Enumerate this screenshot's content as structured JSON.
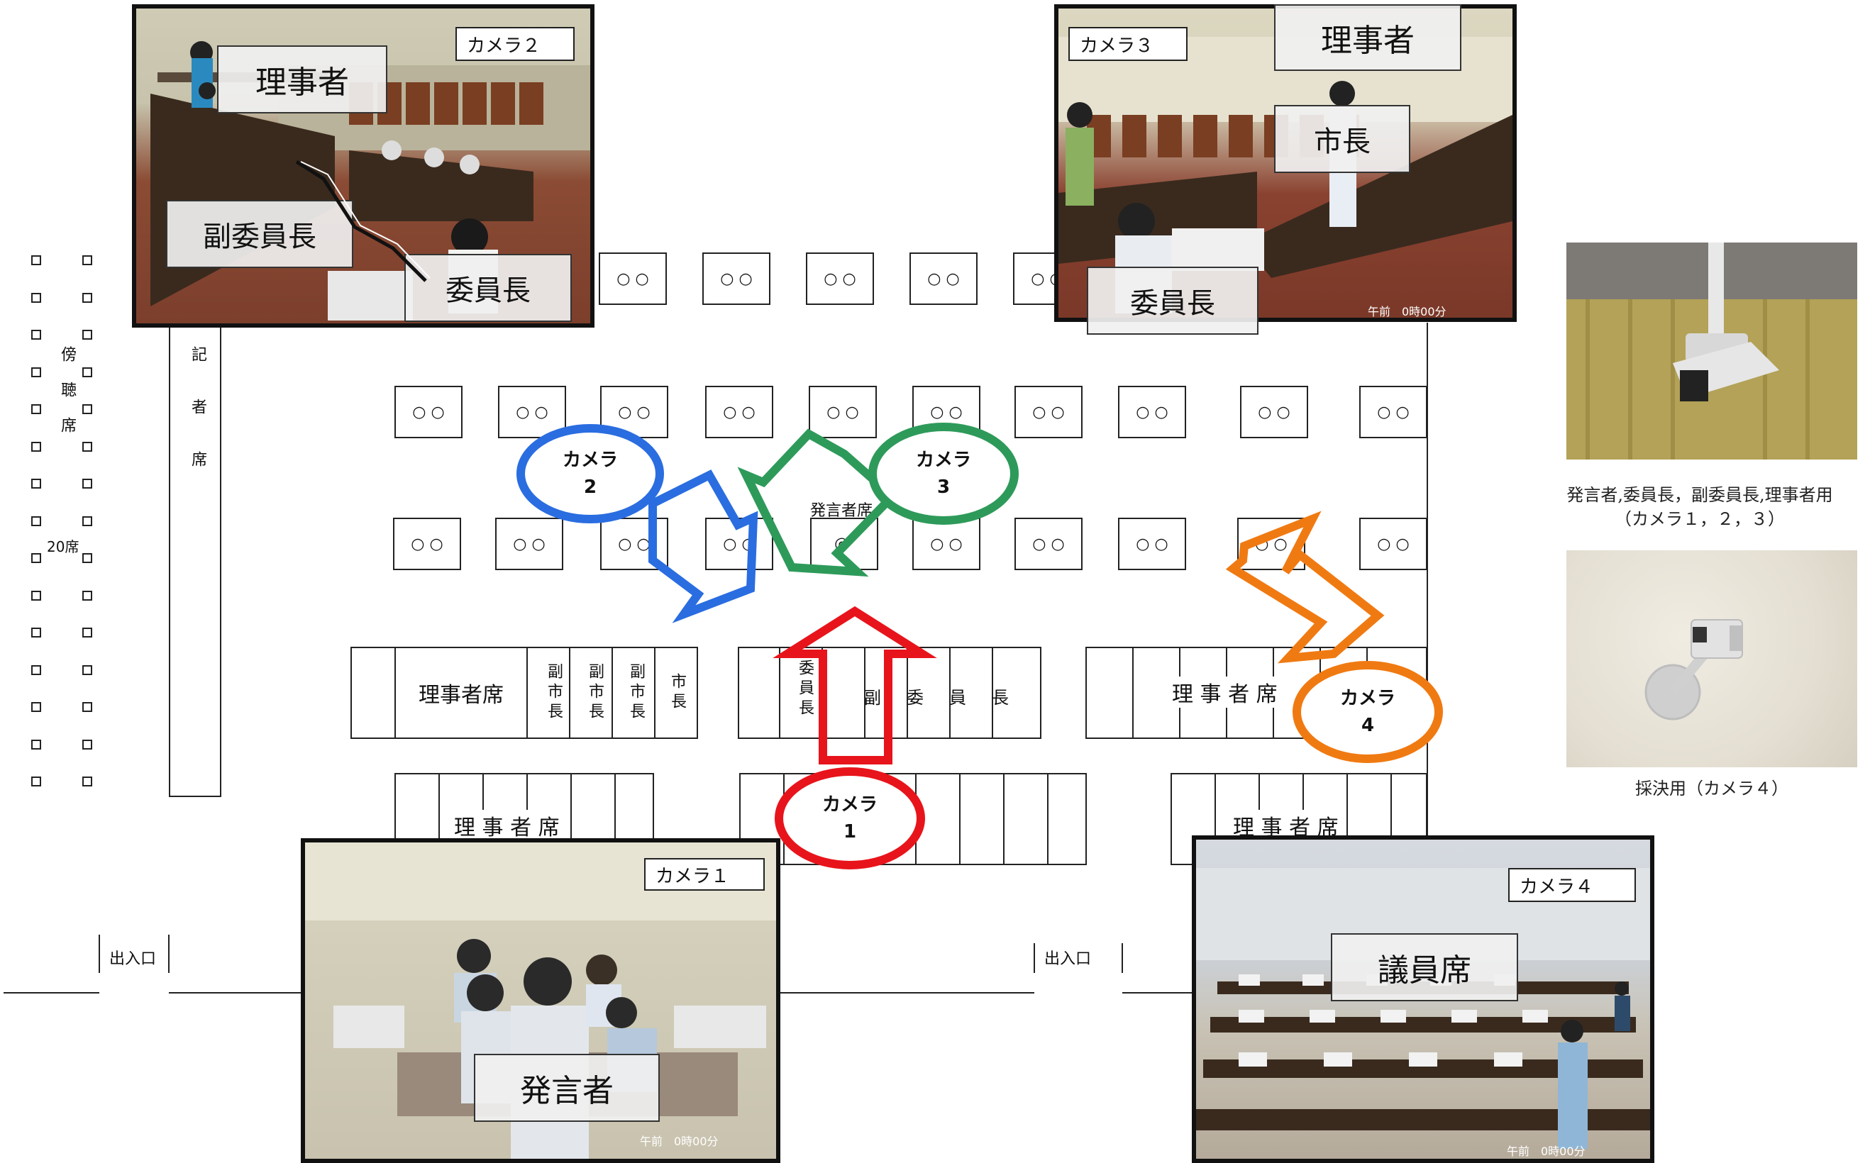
{
  "gallery": {
    "label_vertical": "傍聴席",
    "count": "20席"
  },
  "press": {
    "label": "記者席"
  },
  "entrances": [
    "出入口",
    "出入口"
  ],
  "speaker_seat": {
    "label": "発言者席",
    "symbol": "◎"
  },
  "seat_symbol": "○  ○",
  "blocks": {
    "left_front": "理事者席",
    "vice_mayors": [
      "副市長",
      "副市長",
      "副市長",
      "市長"
    ],
    "committee": [
      "委員長",
      "副",
      "委",
      "員",
      "長"
    ],
    "right_front": "理 事 者 席",
    "rear_left": "理 事 者 席",
    "rear_right": "理 事 者 席"
  },
  "cameras": [
    {
      "label": "カメラ",
      "number": "1",
      "color": "#e8141b"
    },
    {
      "label": "カメラ",
      "number": "2",
      "color": "#2a6de0"
    },
    {
      "label": "カメラ",
      "number": "3",
      "color": "#2e9a5a"
    },
    {
      "label": "カメラ",
      "number": "4",
      "color": "#f07a12"
    }
  ],
  "views": {
    "cam2": {
      "tag": "カメラ２",
      "labels": [
        "理事者",
        "副委員長",
        "委員長"
      ]
    },
    "cam3": {
      "tag": "カメラ３",
      "labels": [
        "理事者",
        "市長",
        "委員長"
      ],
      "overlay": "午前　0時00分"
    },
    "cam1": {
      "tag": "カメラ１",
      "labels": [
        "発言者"
      ],
      "overlay": "午前　0時00分"
    },
    "cam4": {
      "tag": "カメラ４",
      "labels": [
        "議員席"
      ],
      "overlay": "午前　0時00分"
    }
  },
  "device_captions": {
    "top": "発言者,委員長，副委員長,理事者用",
    "top_sub": "（カメラ１，２，３）",
    "bottom": "採決用（カメラ４）"
  },
  "colors": {
    "blue": "#2a6de0",
    "green": "#2e9a5a",
    "red": "#e8141b",
    "orange": "#f07a12"
  }
}
